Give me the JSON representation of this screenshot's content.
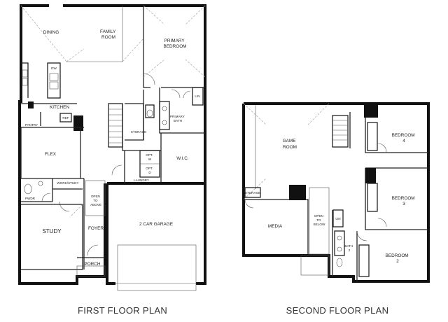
{
  "first_floor": {
    "caption": "FIRST FLOOR PLAN",
    "rooms": {
      "dining": "DINING",
      "family_room": [
        "FAMILY",
        "ROOM"
      ],
      "primary_bedroom": [
        "PRIMARY",
        "BEDROOM"
      ],
      "dw": "DW",
      "kitchen": "KITCHEN",
      "pantry": "PANTRY",
      "ref": "REF",
      "storage": "STORAGE",
      "primary_bath": [
        "PRIMARY",
        "BATH"
      ],
      "linen": "LIN",
      "flex": "FLEX",
      "opt_w": [
        "OPT.",
        "W"
      ],
      "opt_d": [
        "OPT.",
        "D"
      ],
      "wic": "W.I.C.",
      "laundry": "LAUNDRY",
      "pwdr": "PWDR",
      "work_study": "WORK/STUDY",
      "open_to_above": [
        "OPEN",
        "TO",
        "ABOVE"
      ],
      "study": "STUDY",
      "foyer": "FOYER",
      "porch": "PORCH",
      "garage": "2 CAR GARAGE"
    }
  },
  "second_floor": {
    "caption": "SECOND FLOOR PLAN",
    "rooms": {
      "game_room": [
        "GAME",
        "ROOM"
      ],
      "bedroom_4": [
        "BEDROOM",
        "4"
      ],
      "bedroom_3": [
        "BEDROOM",
        "3"
      ],
      "bedroom_2": [
        "BEDROOM",
        "2"
      ],
      "storage": "STORAGE",
      "media": "MEDIA",
      "open_to_below": [
        "OPEN",
        "TO",
        "BELOW"
      ],
      "linen": "LIN",
      "bath_2": [
        "BATH",
        "2"
      ]
    }
  }
}
